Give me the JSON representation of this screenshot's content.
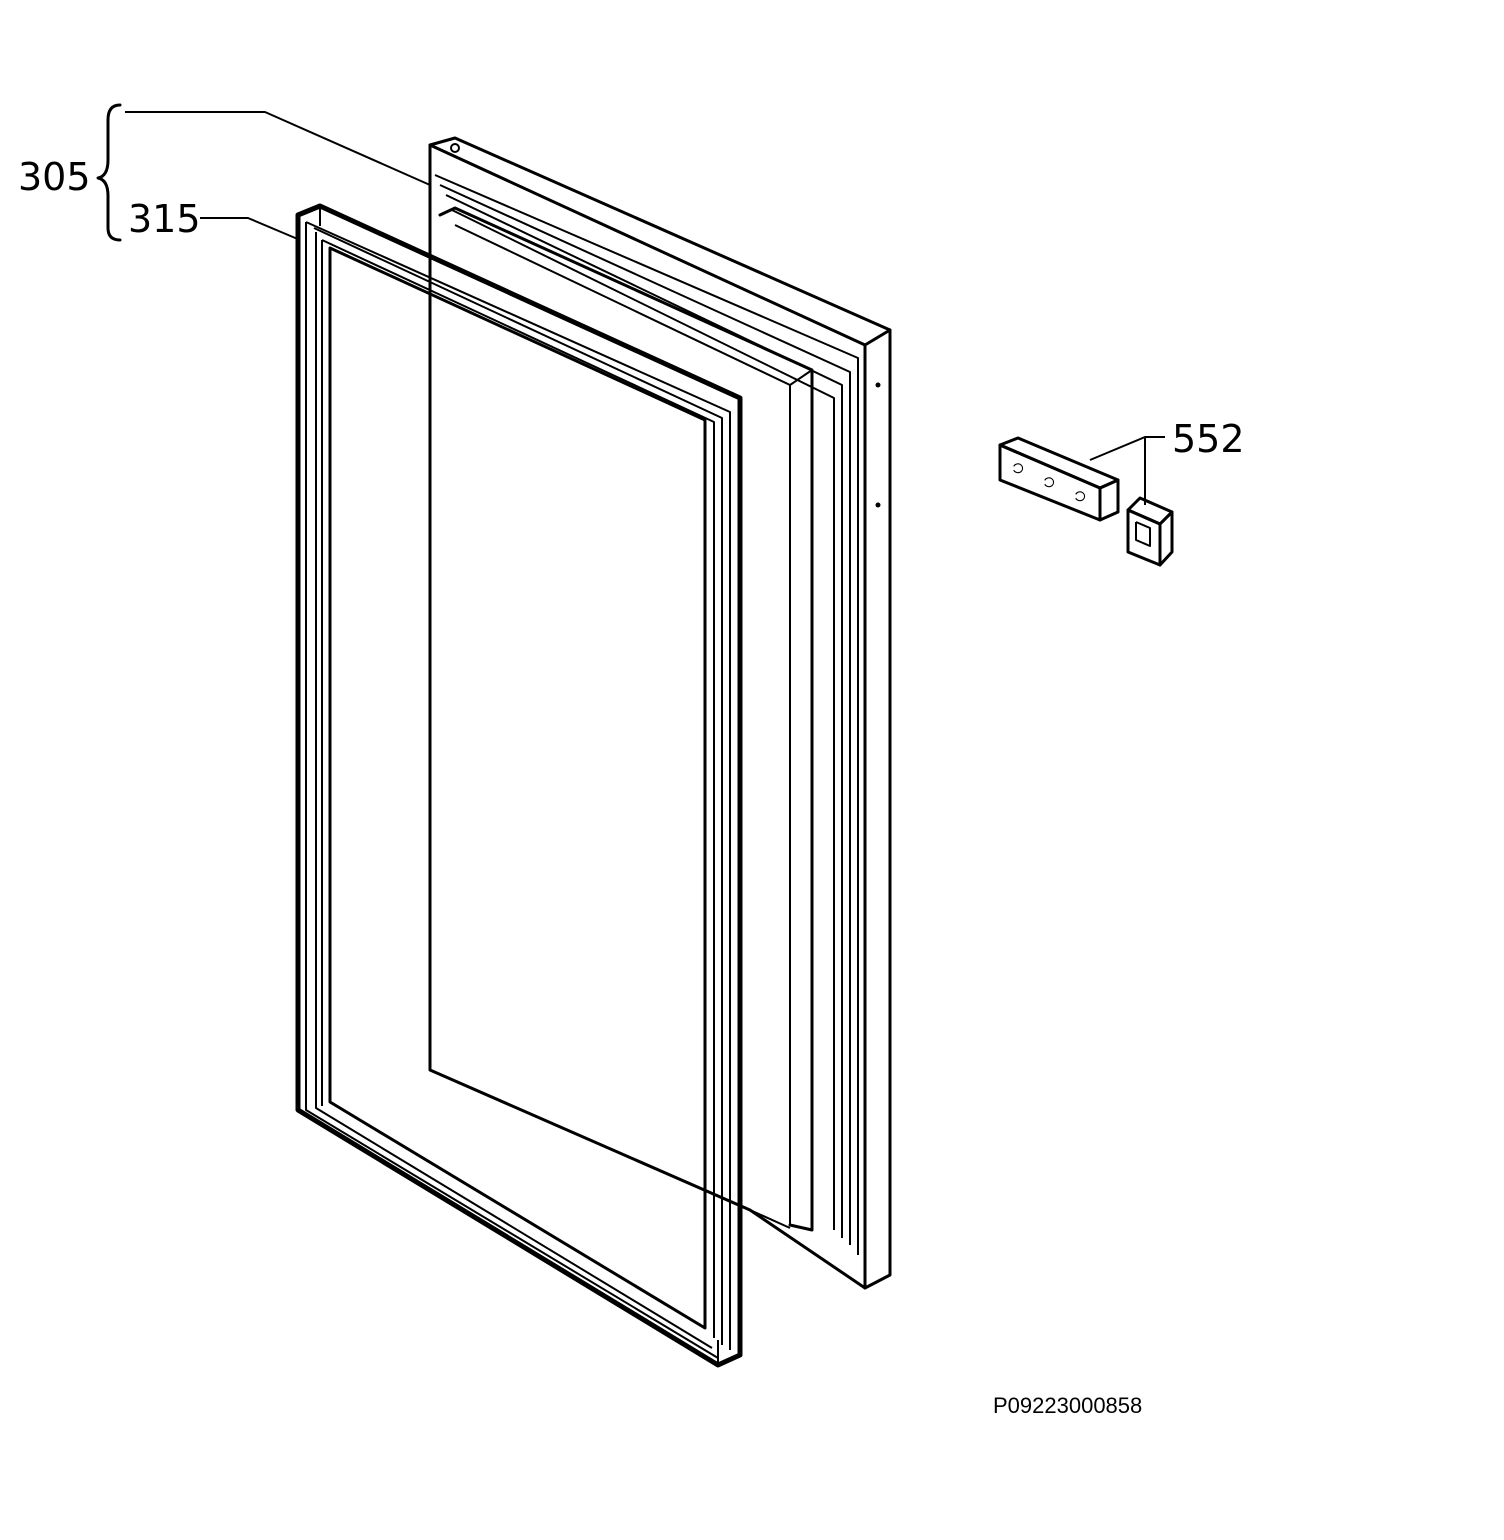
{
  "callouts": {
    "door_assembly": "305",
    "door_gasket": "315",
    "hinge_bracket": "552"
  },
  "reference_code": "P09223000858"
}
